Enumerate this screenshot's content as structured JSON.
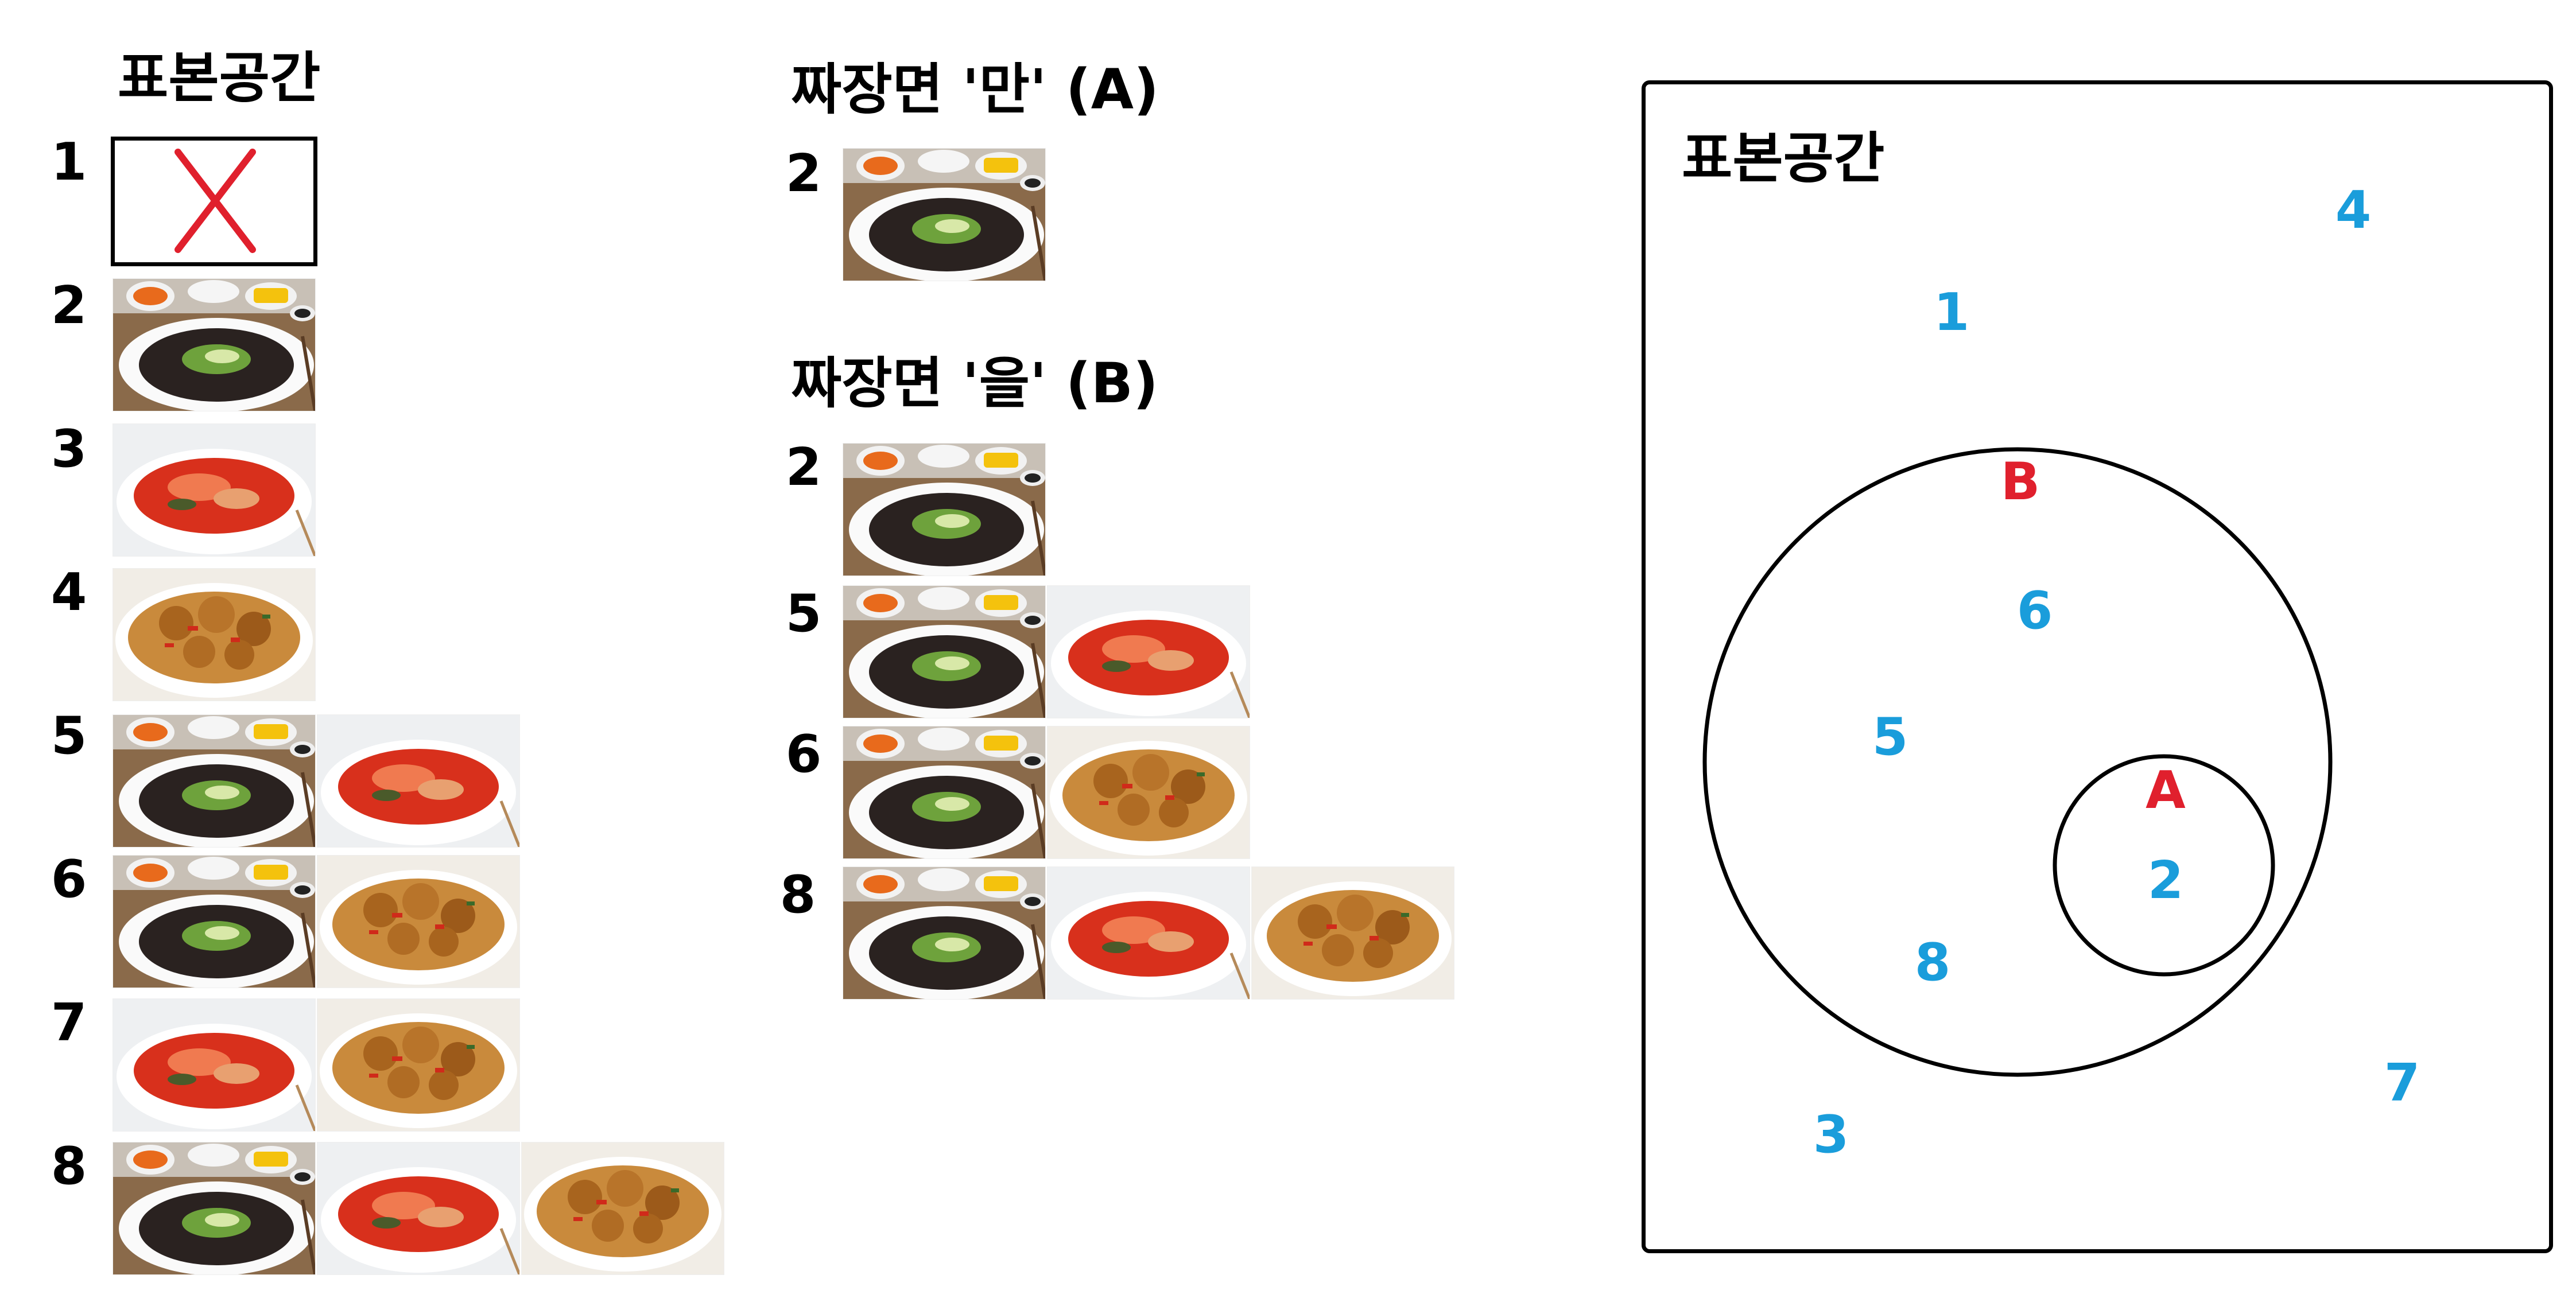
{
  "sample_space": {
    "title": "표본공간",
    "rows": [
      {
        "label": "1",
        "items": []
      },
      {
        "label": "2",
        "items": [
          "jjajangmyeon"
        ]
      },
      {
        "label": "3",
        "items": [
          "jjamppong"
        ]
      },
      {
        "label": "4",
        "items": [
          "tangsuyuk"
        ]
      },
      {
        "label": "5",
        "items": [
          "jjajangmyeon",
          "jjamppong"
        ]
      },
      {
        "label": "6",
        "items": [
          "jjajangmyeon",
          "tangsuyuk"
        ]
      },
      {
        "label": "7",
        "items": [
          "jjamppong",
          "tangsuyuk"
        ]
      },
      {
        "label": "8",
        "items": [
          "jjajangmyeon",
          "jjamppong",
          "tangsuyuk"
        ]
      }
    ],
    "empty_icon": "red-x-icon"
  },
  "event_a": {
    "title": "짜장면 '만' (A)",
    "rows": [
      {
        "label": "2",
        "items": [
          "jjajangmyeon"
        ]
      }
    ]
  },
  "event_b": {
    "title": "짜장면 '을' (B)",
    "rows": [
      {
        "label": "2",
        "items": [
          "jjajangmyeon"
        ]
      },
      {
        "label": "5",
        "items": [
          "jjajangmyeon",
          "jjamppong"
        ]
      },
      {
        "label": "6",
        "items": [
          "jjajangmyeon",
          "tangsuyuk"
        ]
      },
      {
        "label": "8",
        "items": [
          "jjajangmyeon",
          "jjamppong",
          "tangsuyuk"
        ]
      }
    ]
  },
  "venn": {
    "title": "표본공간",
    "set_a": "A",
    "set_b": "B",
    "outside": [
      "4",
      "1",
      "7",
      "3"
    ],
    "in_b_only": [
      "6",
      "5",
      "8"
    ],
    "in_a": [
      "2"
    ]
  },
  "colors": {
    "element": "#1a9ddb",
    "set_label": "#e0202d",
    "x_mark": "#e0202d"
  }
}
